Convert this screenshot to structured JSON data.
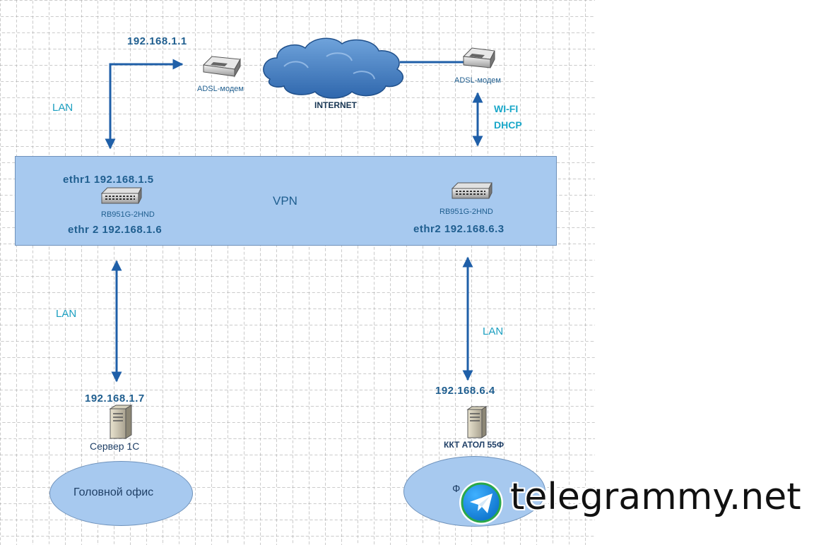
{
  "labels": {
    "ip_modem_left": "192.168.1.1",
    "modem_left": "ADSL-модем",
    "internet": "INTERNET",
    "modem_right": "ADSL-модем",
    "wifi": "WI-FI",
    "dhcp": "DHCP",
    "lan_top": "LAN",
    "ethr1_left": "ethr1 192.168.1.5",
    "router_left": "RB951G-2HND",
    "ethr2_left": "ethr 2 192.168.1.6",
    "vpn": "VPN",
    "router_right": "RB951G-2HND",
    "ethr2_right": "ethr2 192.168.6.3",
    "lan_bottom_left": "LAN",
    "lan_bottom_right": "LAN",
    "ip_server": "192.168.1.7",
    "server": "Сервер 1С",
    "ip_kkt": "192.168.6.4",
    "kkt": "ККТ АТОЛ 55Ф",
    "head_office": "Головной офис",
    "branch": "Ф"
  },
  "watermark": {
    "text": "telegrammy.net"
  },
  "colors": {
    "arrow": "#1f5fa8",
    "text_blue": "#1f5e8f",
    "text_cyan": "#1a9ec0",
    "box_fill": "#a7c9ef",
    "box_border": "#6f92bb"
  },
  "icons": [
    "modem-icon",
    "cloud-icon",
    "router-icon",
    "server-icon",
    "telegram-logo-icon"
  ]
}
